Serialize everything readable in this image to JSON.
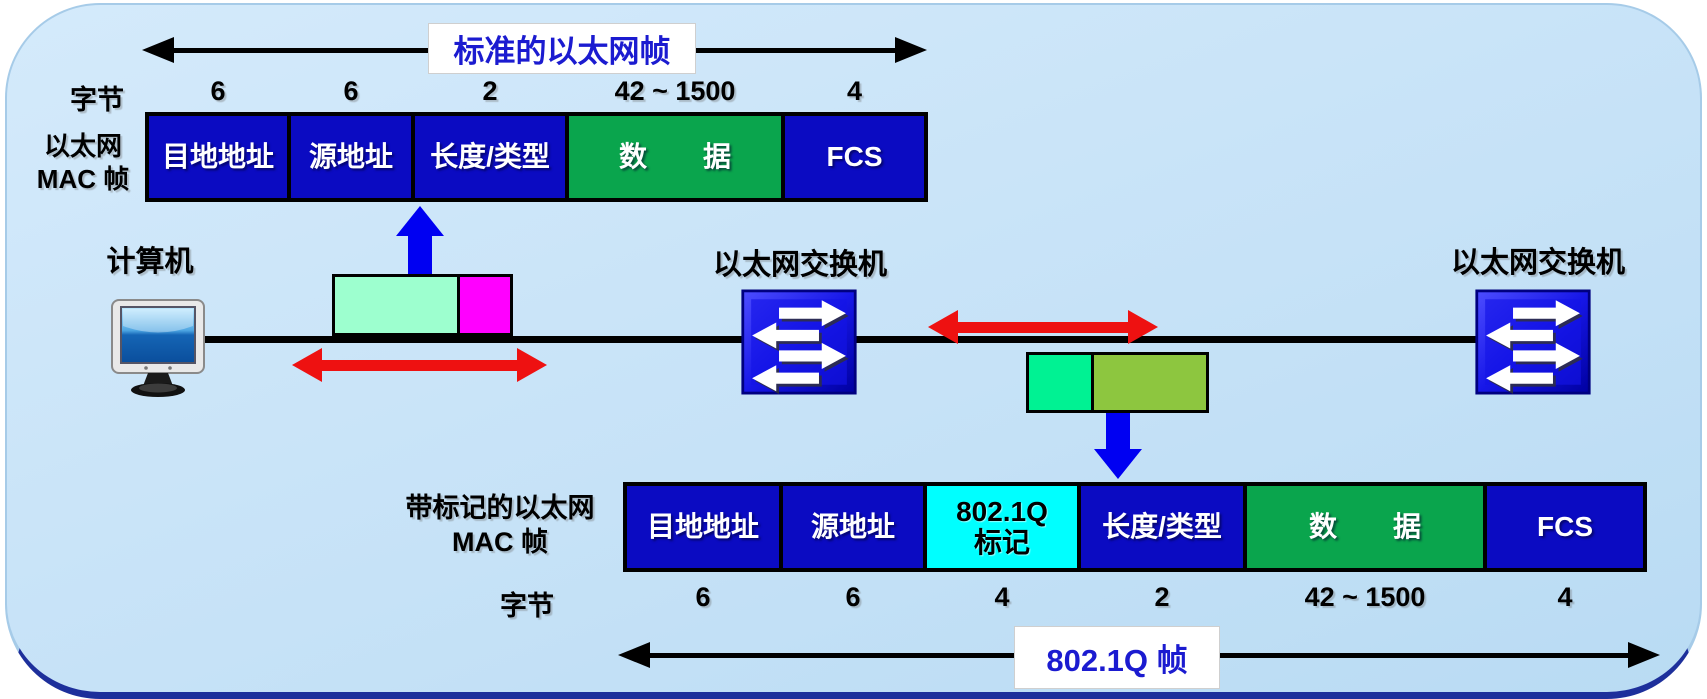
{
  "top": {
    "span_label": "标准的以太网帧",
    "bytes_caption": "字节",
    "side_label": "以太网\nMAC 帧",
    "fields": [
      {
        "name": "dest-address",
        "label": "目地地址",
        "bytes": "6",
        "type": "navy"
      },
      {
        "name": "src-address",
        "label": "源地址",
        "bytes": "6",
        "type": "navy"
      },
      {
        "name": "length-type",
        "label": "长度/类型",
        "bytes": "2",
        "type": "navy"
      },
      {
        "name": "data",
        "label": "数　　据",
        "bytes": "42 ~ 1500",
        "type": "green"
      },
      {
        "name": "fcs",
        "label": "FCS",
        "bytes": "4",
        "type": "navy"
      }
    ]
  },
  "bottom": {
    "span_label": "802.1Q 帧",
    "bytes_caption": "字节",
    "side_label": "带标记的以太网\nMAC 帧",
    "fields": [
      {
        "name": "dest-address",
        "label": "目地地址",
        "bytes": "6",
        "type": "navy"
      },
      {
        "name": "src-address",
        "label": "源地址",
        "bytes": "6",
        "type": "navy"
      },
      {
        "name": "dot1q-tag",
        "label": "802.1Q\n标记",
        "bytes": "4",
        "type": "cyan"
      },
      {
        "name": "length-type",
        "label": "长度/类型",
        "bytes": "2",
        "type": "navy"
      },
      {
        "name": "data",
        "label": "数　　据",
        "bytes": "42 ~ 1500",
        "type": "green"
      },
      {
        "name": "fcs",
        "label": "FCS",
        "bytes": "4",
        "type": "navy"
      }
    ]
  },
  "devices": {
    "computer_label": "计算机",
    "switch_left_label": "以太网交换机",
    "switch_right_label": "以太网交换机"
  },
  "colors": {
    "field_navy": "#0b0bc2",
    "field_green": "#0aa54d",
    "tag_cyan": "#00ffff",
    "label_blue": "#1b1bd0",
    "arrow_red": "#ee1111",
    "arrow_blue": "#0000f2",
    "background": "#c6e2f7",
    "untagged_frame": [
      "#9dffcf",
      "#ff00ff"
    ],
    "tagged_frame": [
      "#00f293",
      "#8dc63f"
    ]
  }
}
